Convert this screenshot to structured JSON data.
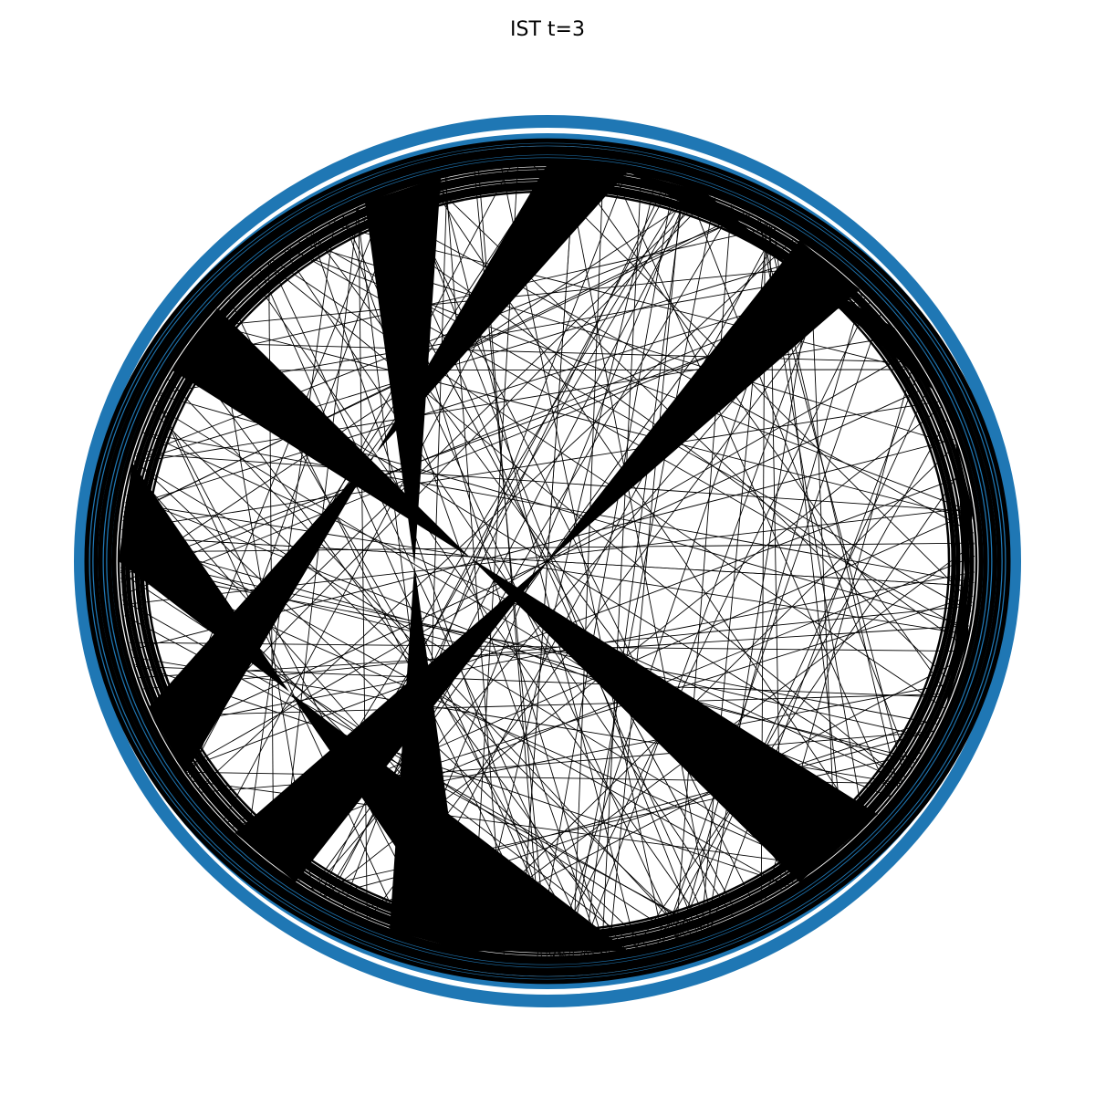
{
  "figure": {
    "title": "IST t=3"
  },
  "graph": {
    "layout": "circular",
    "node_color": "#1f77b4",
    "edge_color": "#000000",
    "chords": [
      [
        [
          0.47,
          0.53
        ],
        [
          0.75,
          0.79
        ]
      ],
      [
        [
          0.53,
          0.56
        ],
        [
          0.93,
          0.96
        ]
      ],
      [
        [
          0.36,
          0.4
        ],
        [
          0.83,
          0.86
        ]
      ],
      [
        [
          0.6,
          0.63
        ],
        [
          0.1,
          0.13
        ]
      ],
      [
        [
          0.2,
          0.23
        ],
        [
          0.28,
          0.31
        ]
      ],
      [
        [
          0.03,
          0.06
        ],
        [
          0.15,
          0.18
        ]
      ],
      [
        [
          0.66,
          0.69
        ],
        [
          0.0,
          0.03
        ]
      ]
    ]
  }
}
